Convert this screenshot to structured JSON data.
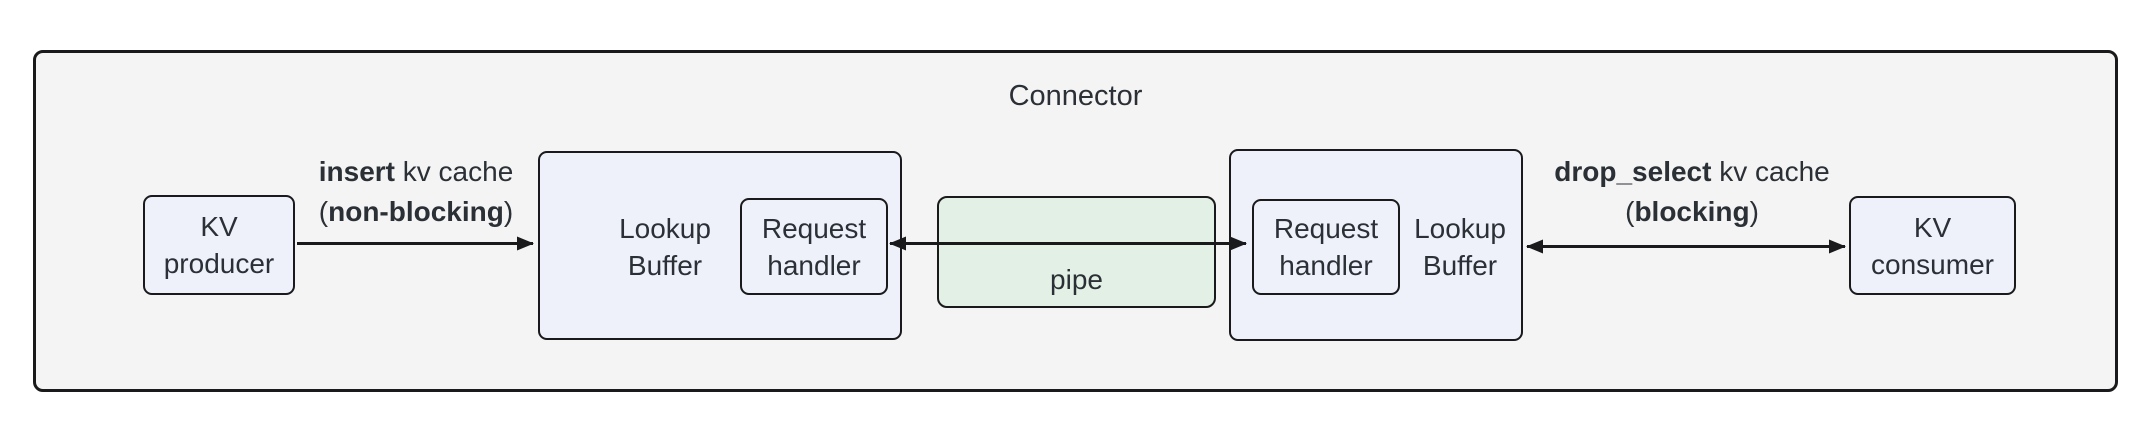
{
  "title": "Connector",
  "nodes": {
    "kv_producer": {
      "label": "KV\nproducer"
    },
    "lookup_buffer_left": {
      "label": "Lookup\nBuffer"
    },
    "request_handler_left": {
      "label": "Request\nhandler"
    },
    "pipe": {
      "label": "pipe"
    },
    "request_handler_right": {
      "label": "Request\nhandler"
    },
    "lookup_buffer_right": {
      "label": "Lookup\nBuffer"
    },
    "kv_consumer": {
      "label": "KV\nconsumer"
    }
  },
  "edges": {
    "insert": {
      "verb": "insert",
      "rest": " kv cache",
      "open": "(",
      "mode": "non-blocking",
      "close": ")"
    },
    "drop_select": {
      "verb": "drop_select",
      "rest": " kv cache",
      "open": "(",
      "mode": "blocking",
      "close": ")"
    }
  },
  "colors": {
    "canvas_bg": "#ffffff",
    "outer_fill": "#f4f4f4",
    "node_fill": "#eef1fa",
    "pipe_fill": "#e3f0e5",
    "border": "#1a1a1c",
    "text": "#2b3036"
  }
}
